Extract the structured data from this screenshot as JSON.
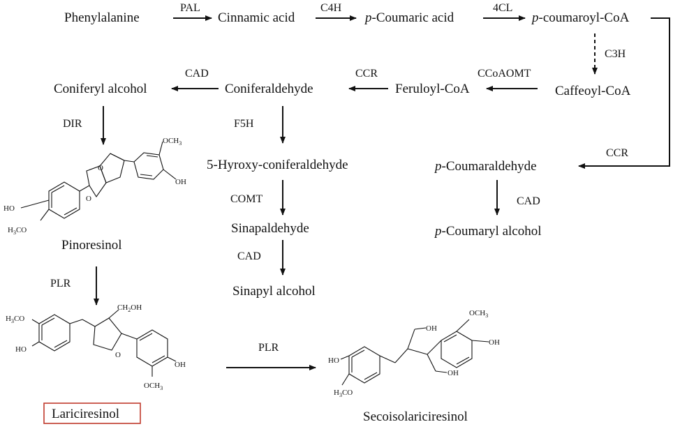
{
  "compounds": {
    "phenylalanine": "Phenylalanine",
    "cinnamic_acid": "Cinnamic acid",
    "p_coumaric_prefix": "p",
    "p_coumaric_rest": "-Coumaric acid",
    "p_coumaroyl_prefix": "p",
    "p_coumaroyl_rest": "-coumaroyl-CoA",
    "caffeoyl_coa": "Caffeoyl-CoA",
    "feruloyl_coa": "Feruloyl-CoA",
    "coniferaldehyde": "Coniferaldehyde",
    "coniferyl_alcohol": "Coniferyl alcohol",
    "hydroxy_coniferaldehyde": "5-Hyroxy-coniferaldehyde",
    "sinapaldehyde": "Sinapaldehyde",
    "sinapyl_alcohol": "Sinapyl alcohol",
    "p_coumaraldehyde_prefix": "p",
    "p_coumaraldehyde_rest": "-Coumaraldehyde",
    "p_coumaryl_prefix": "p",
    "p_coumaryl_rest": "-Coumaryl alcohol",
    "pinoresinol": "Pinoresinol",
    "lariciresinol": "Lariciresinol",
    "secoisolariciresinol": "Secoisolariciresinol"
  },
  "enzymes": {
    "pal": "PAL",
    "c4h": "C4H",
    "cl4": "4CL",
    "c3h": "C3H",
    "ccoaomt": "CCoAOMT",
    "ccr_feruloyl": "CCR",
    "cad_coniferyl": "CAD",
    "dir": "DIR",
    "f5h": "F5H",
    "comt": "COMT",
    "cad_sinapyl": "CAD",
    "ccr_coumar": "CCR",
    "cad_coumaryl": "CAD",
    "plr_1": "PLR",
    "plr_2": "PLR"
  },
  "atoms": {
    "och3": "OCH",
    "och3_sub": "3",
    "h3co_pre": "H",
    "h3co_sub": "3",
    "h3co_post": "CO",
    "oh": "OH",
    "ho": "HO",
    "o": "O",
    "ch2oh_pre": "CH",
    "ch2oh_sub": "2",
    "ch2oh_post": "OH"
  },
  "colors": {
    "highlight_box": "#c0392b",
    "ink": "#111111"
  }
}
